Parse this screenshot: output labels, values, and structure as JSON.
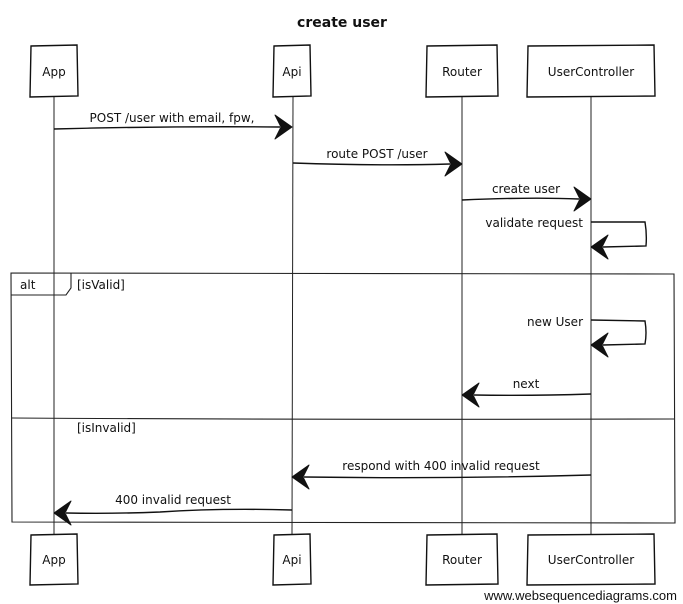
{
  "diagram": {
    "title": "create user",
    "participants": [
      "App",
      "Api",
      "Router",
      "UserController"
    ],
    "messages": [
      {
        "from": "App",
        "to": "Api",
        "label": "POST /user with email, fpw,"
      },
      {
        "from": "Api",
        "to": "Router",
        "label": "route POST /user"
      },
      {
        "from": "Router",
        "to": "UserController",
        "label": "create user"
      },
      {
        "from": "UserController",
        "to": "UserController",
        "label": "validate request"
      },
      {
        "from": "UserController",
        "to": "UserController",
        "label": "new User"
      },
      {
        "from": "UserController",
        "to": "Router",
        "label": "next"
      },
      {
        "from": "UserController",
        "to": "Api",
        "label": "respond with 400 invalid request"
      },
      {
        "from": "Api",
        "to": "App",
        "label": "400 invalid request"
      }
    ],
    "alt": {
      "label": "alt",
      "conditions": [
        "[isValid]",
        "[isInvalid]"
      ]
    }
  },
  "watermark": "www.websequencediagrams.com"
}
